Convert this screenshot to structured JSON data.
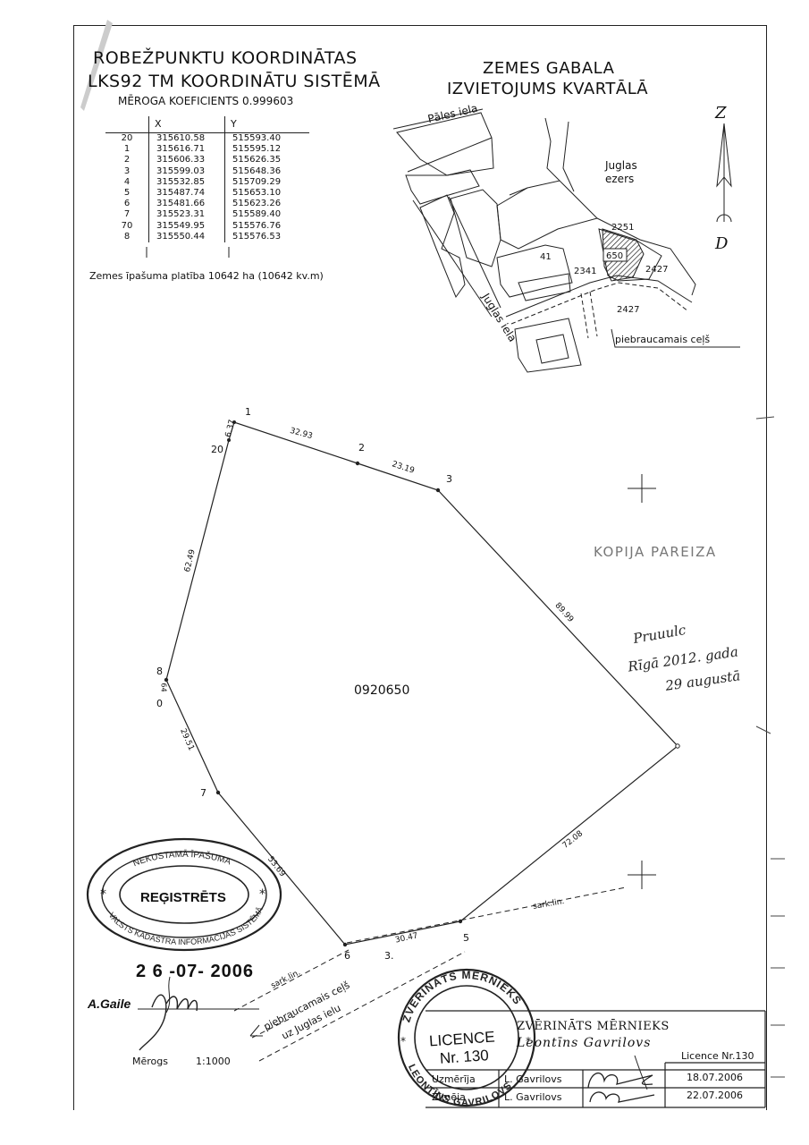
{
  "left_title": {
    "line1": "ROBEŽPUNKTU KOORDINĀTAS",
    "line2": "LKS92 TM KOORDINĀTU SISTĒMĀ",
    "scale_coeff": "MĒROGA KOEFICIENTS 0.999603"
  },
  "coord_table": {
    "headers": [
      "",
      "X",
      "Y"
    ],
    "rows": [
      {
        "pt": "20",
        "x": "315610.58",
        "y": "515593.40"
      },
      {
        "pt": "1",
        "x": "315616.71",
        "y": "515595.12"
      },
      {
        "pt": "2",
        "x": "315606.33",
        "y": "515626.35"
      },
      {
        "pt": "3",
        "x": "315599.03",
        "y": "515648.36"
      },
      {
        "pt": "4",
        "x": "315532.85",
        "y": "515709.29"
      },
      {
        "pt": "5",
        "x": "315487.74",
        "y": "515653.10"
      },
      {
        "pt": "6",
        "x": "315481.66",
        "y": "515623.26"
      },
      {
        "pt": "7",
        "x": "315523.31",
        "y": "515589.40"
      },
      {
        "pt": "70",
        "x": "315549.95",
        "y": "515576.76"
      },
      {
        "pt": "8",
        "x": "315550.44",
        "y": "515576.53"
      }
    ]
  },
  "area_text": "Zemes īpašuma platība 10642 ha (10642 kv.m)",
  "right_title": {
    "line1": "ZEMES GABALA",
    "line2": "IZVIETOJUMS KVARTĀLĀ"
  },
  "location_map": {
    "street1": "Pāles iela",
    "street2": "Juglas iela",
    "lake_line1": "Juglas",
    "lake_line2": "ezers",
    "parcel_2251": "2251",
    "parcel_650": "650",
    "parcel_41": "41",
    "parcel_2341": "2341",
    "parcel_2427a": "2427",
    "parcel_2427b": "2427",
    "driveway": "piebraucamais ceļš"
  },
  "north_arrow": {
    "top": "Z",
    "bottom": "D"
  },
  "plan": {
    "parcel_id": "0920650",
    "points": {
      "p1": "1",
      "p2": "2",
      "p3": "3",
      "p5": "5",
      "p6": "6",
      "p7": "7",
      "p20": "20",
      "p8": "8",
      "p0": "0",
      "p3b": "3."
    },
    "segments": {
      "s20_1": "6.37",
      "s1_2": "32.93",
      "s2_3": "23.19",
      "s3_4": "89.99",
      "s4_5": "72.08",
      "s5_6": "30.47",
      "s6_7": "53.69",
      "s7_8": "29.51",
      "s8_20": "62.49",
      "s8_70": "64"
    },
    "road_label_1": "piebraucamais ceļš",
    "road_label_2": "uz Juglas ielu",
    "sark_lin_1": "sark.lin.",
    "sark_lin_2": "sark.lin."
  },
  "copy_stamp": {
    "text": "KOPIJA PAREIZA",
    "hand_line1": "Pruuulc",
    "hand_line2": "Rīgā 2012. gada",
    "hand_line3": "29 augustā"
  },
  "reg_stamp": {
    "top_arc": "NEKUSTAMĀ ĪPAŠUMA",
    "center": "REĢISTRĒTS",
    "bottom_arc": "VALSTS KADASTRA INFORMĀCIJAS SISTĒMĀ",
    "date": "2 6 -07- 2006",
    "signer": "A.Gaile"
  },
  "scale": {
    "label": "Mērogs",
    "value": "1:1000"
  },
  "surveyor_stamp": {
    "arc_top": "ZVĒRINĀTS MĒRNIEKS",
    "arc_bottom": "LEONTĪNS GAVRILOVS",
    "licence_line1": "LICENCE",
    "licence_line2": "Nr. 130"
  },
  "title_block": {
    "title": "ZVĒRINĀTS MĒRNIEKS",
    "name": "Leontīns Gavrilovs",
    "licence": "Licence Nr.130",
    "row1_label": "Uzmērīja",
    "row1_name": "L. Gavrilovs",
    "row1_date": "18.07.2006",
    "row2_label": "Zīmēja",
    "row2_name": "L. Gavrilovs",
    "row2_date": "22.07.2006"
  }
}
